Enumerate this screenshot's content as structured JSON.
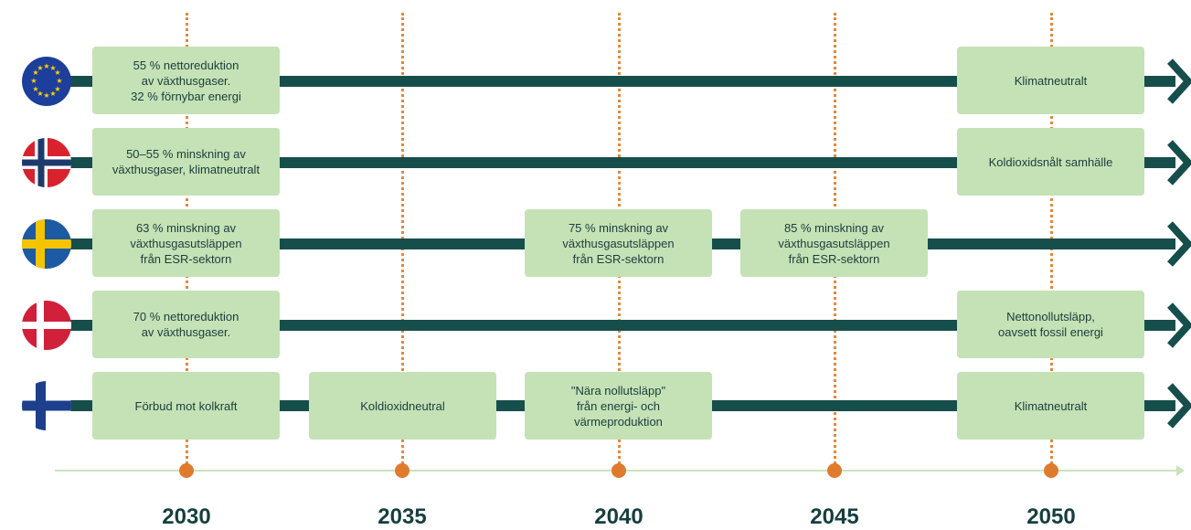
{
  "years": [
    "2030",
    "2035",
    "2040",
    "2045",
    "2050"
  ],
  "rows": [
    {
      "country": "EU",
      "boxes": [
        {
          "year": "2030",
          "text": "55 % nettoreduktion\nav växthusgaser.\n32 % förnybar energi"
        },
        {
          "year": "2050",
          "text": "Klimatneutralt"
        }
      ]
    },
    {
      "country": "Norge",
      "boxes": [
        {
          "year": "2030",
          "text": "50–55 % minskning av\nväxthusgaser, klimatneutralt"
        },
        {
          "year": "2050",
          "text": "Koldioxidsnålt samhälle"
        }
      ]
    },
    {
      "country": "Sverige",
      "boxes": [
        {
          "year": "2030",
          "text": "63 % minskning av\nväxthusgasutsläppen\nfrån ESR-sektorn"
        },
        {
          "year": "2040",
          "text": "75 % minskning av\nväxthusgasutsläppen\nfrån ESR-sektorn"
        },
        {
          "year": "2045",
          "text": "85 % minskning av\nväxthusgasutsläppen\nfrån ESR-sektorn"
        }
      ]
    },
    {
      "country": "Danmark",
      "boxes": [
        {
          "year": "2030",
          "text": "70 % nettoreduktion\nav växthusgaser."
        },
        {
          "year": "2050",
          "text": "Nettonollutsläpp,\noavsett fossil energi"
        }
      ]
    },
    {
      "country": "Finland",
      "boxes": [
        {
          "year": "2030",
          "text": "Förbud mot kolkraft"
        },
        {
          "year": "2035",
          "text": "Koldioxidneutral"
        },
        {
          "year": "2040",
          "text": "\"Nära nollutsläpp\"\nfrån energi- och\nvärmeproduktion"
        },
        {
          "year": "2050",
          "text": "Klimatneutralt"
        }
      ]
    }
  ],
  "colors": {
    "bar": "#164e4b",
    "box": "#c4e2b6",
    "dot": "#e07a2c",
    "axis": "#c9e3bd",
    "year_text": "#163f3f"
  }
}
